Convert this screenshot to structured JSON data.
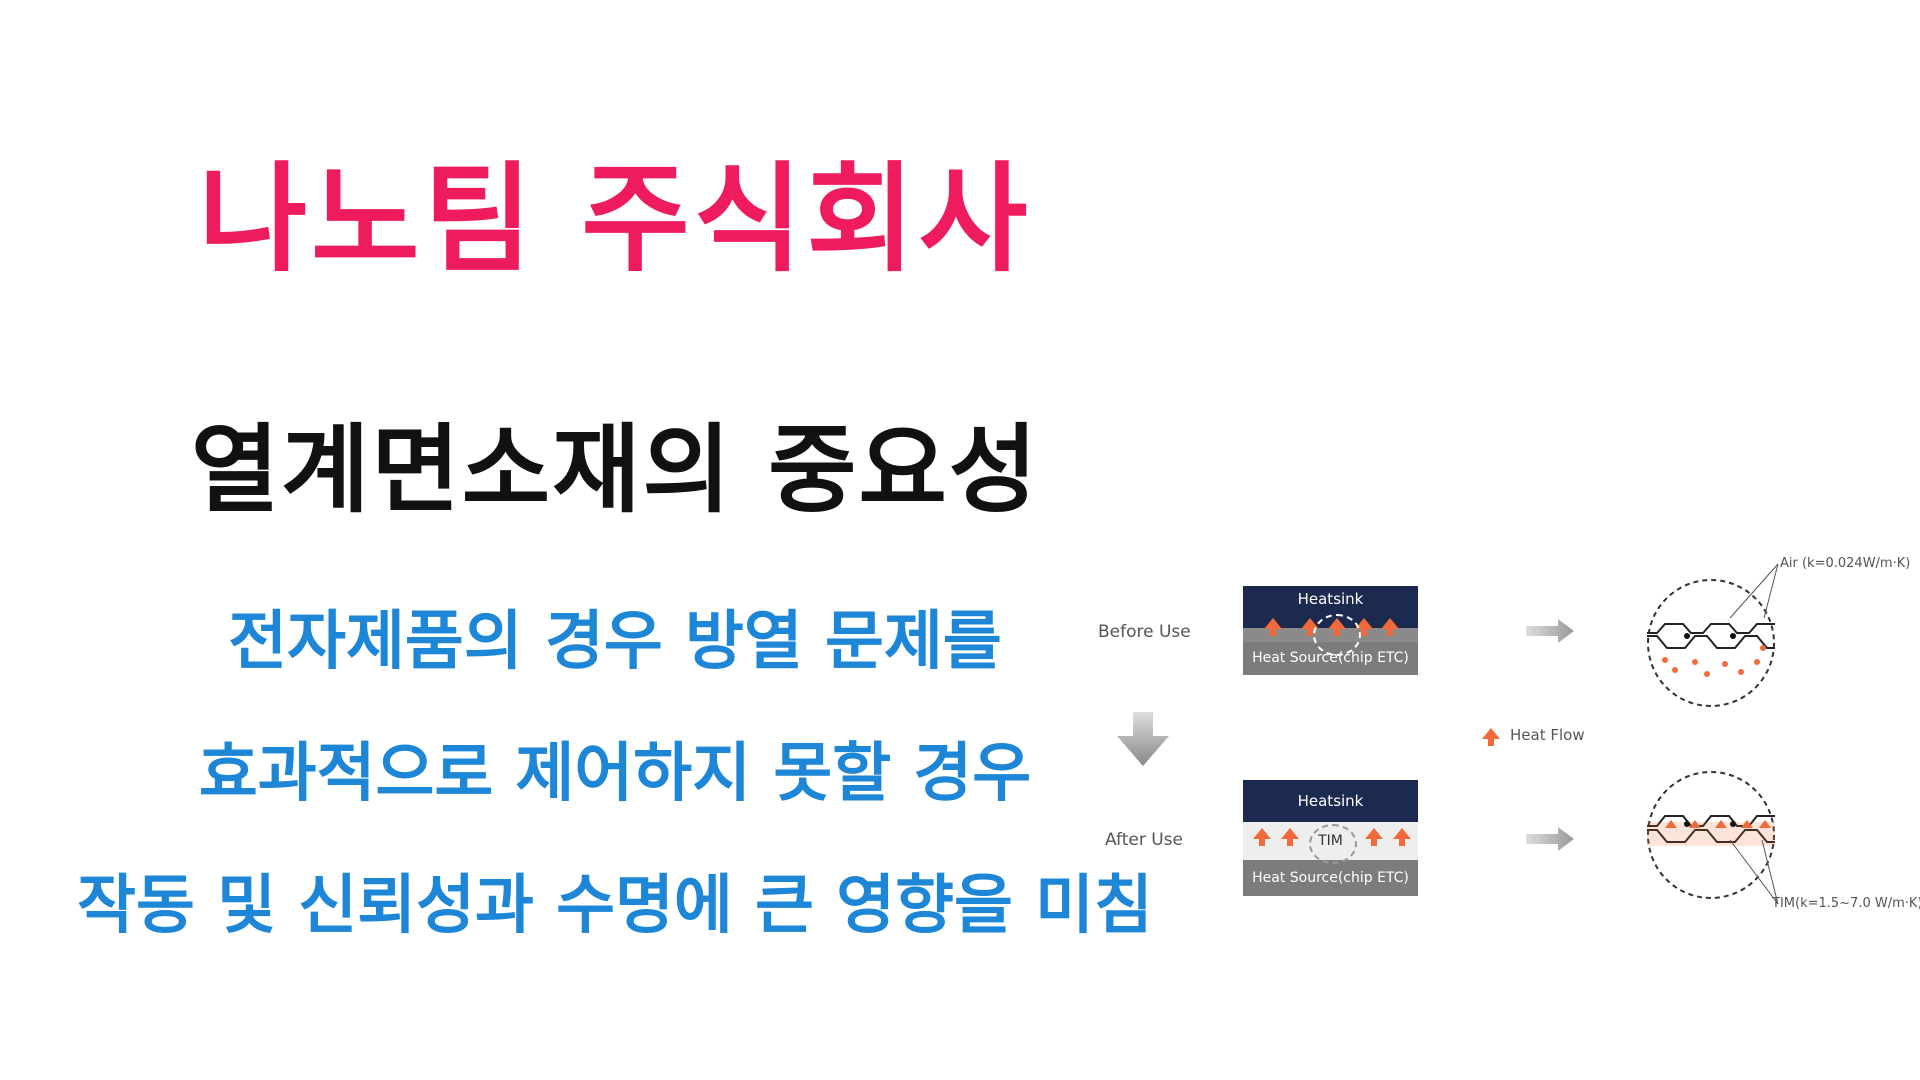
{
  "title": {
    "text": "나노팀 주식회사",
    "color": "#ee1c5d"
  },
  "subtitle": {
    "text": "열계면소재의 중요성",
    "color": "#111111"
  },
  "body": {
    "color": "#1d86d6",
    "lines": [
      "전자제품의 경우 방열 문제를",
      "효과적으로 제어하지 못할 경우",
      "작동 및 신뢰성과 수명에 큰 영향을 미침"
    ]
  },
  "diagram": {
    "before_label": "Before Use",
    "after_label": "After Use",
    "heatsink_label": "Heatsink",
    "heat_source_label": "Heat Source(chip ETC)",
    "tim_label": "TIM",
    "heat_flow_label": "Heat Flow",
    "air_note": "Air (k=0.024W/m·K)",
    "tim_note": "TIM(k=1.5~7.0 W/m·K)",
    "colors": {
      "heatsink": "#1d2a4f",
      "heat_source": "#7c7c7c",
      "arrow": "#f26a3a",
      "tim": "#eeeeee"
    },
    "icons": {
      "flow_arrow": "up-arrow-icon",
      "step_arrow": "right-arrow-icon",
      "down_arrow": "down-arrow-icon"
    }
  }
}
